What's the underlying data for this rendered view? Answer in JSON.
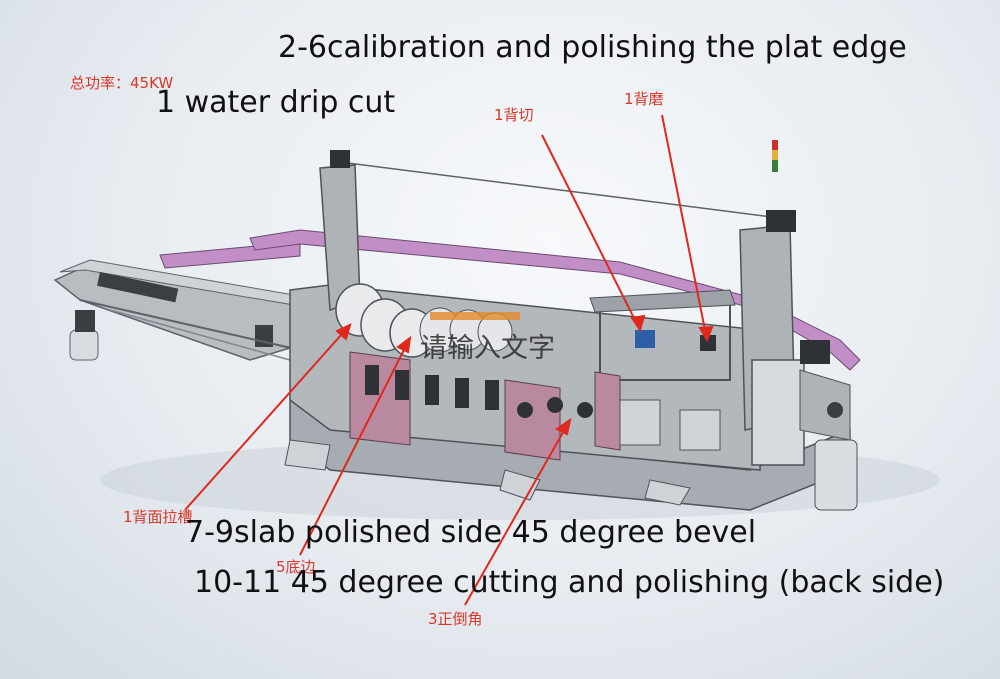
{
  "colors": {
    "frame": "#9fa4aa",
    "frame_dark": "#5d6268",
    "belt": "#c28ec6",
    "panel": "#b98a9f",
    "motor": "#e9eaec",
    "dark": "#2a2c30",
    "label_red": "#d9372a",
    "arrow_red": "#e0281c"
  },
  "labels": {
    "total_power": "总功率：45KW",
    "title_calibration": "2-6calibration and polishing the plat edge",
    "water_drip": "1 water drip cut",
    "back_cut": "1背切",
    "back_grind": "1背磨",
    "back_groove": "1背面拉槽",
    "slab_polished": "7-9slab polished side 45 degree bevel",
    "bottom_edge": "5底边",
    "cutting_polishing": "10-11 45 degree cutting and polishing (back side)",
    "front_chamfer": "3正倒角",
    "watermark": "请输入文字"
  }
}
